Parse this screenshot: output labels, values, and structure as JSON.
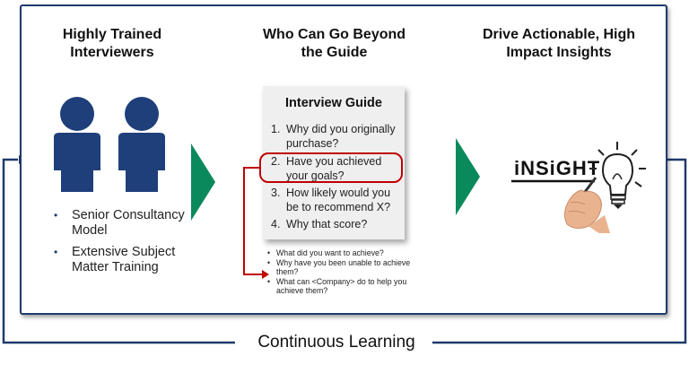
{
  "columns": {
    "left_title": "Highly Trained Interviewers",
    "middle_title": "Who Can Go Beyond the Guide",
    "right_title": "Drive Actionable, High Impact Insights"
  },
  "left_bullets": [
    "Senior Consultancy Model",
    "Extensive Subject Matter Training"
  ],
  "guide": {
    "title": "Interview Guide",
    "questions": [
      {
        "num": "1.",
        "text": "Why did you originally purchase?"
      },
      {
        "num": "2.",
        "text": "Have you achieved your goals?"
      },
      {
        "num": "3.",
        "text": "How likely would you be to recommend X?"
      },
      {
        "num": "4.",
        "text": "Why that score?"
      }
    ]
  },
  "sub_questions": [
    "What did you want to achieve?",
    "Why have you been unable to achieve them?",
    "What can <Company> do to help you achieve them?"
  ],
  "insight_word": "iNSiGHT",
  "footer": {
    "label": "Continuous Learning"
  },
  "colors": {
    "frame": "#1f3a6d",
    "person": "#1f3f7a",
    "arrow": "#0a8a5c",
    "highlight": "#c00000"
  },
  "icons": [
    "person-icon",
    "person-icon",
    "chevron-right-icon",
    "chevron-right-icon",
    "lightbulb-icon",
    "hand-icon"
  ]
}
